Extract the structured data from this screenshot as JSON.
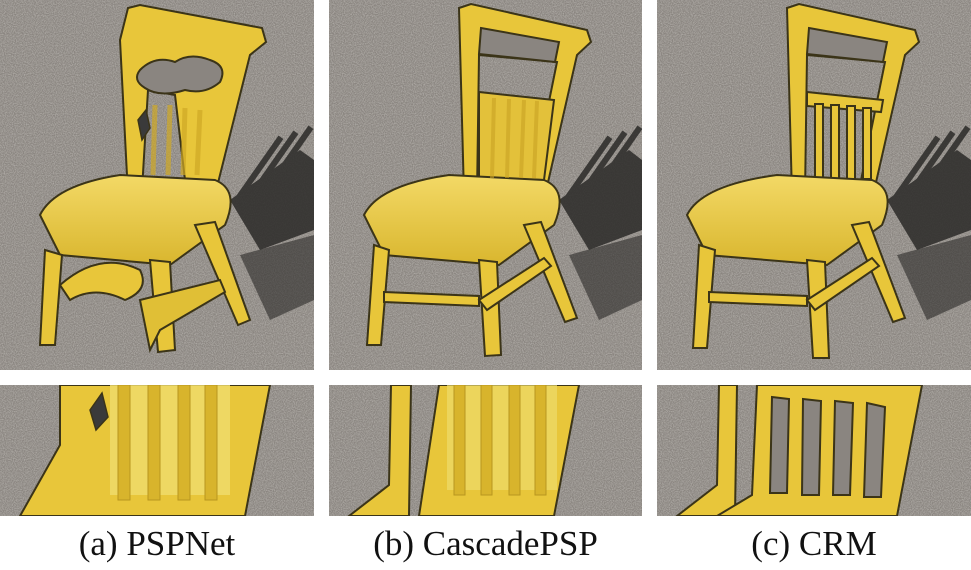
{
  "figure": {
    "captions": [
      "(a) PSPNet",
      "(b) CascadePSP",
      "(c) CRM"
    ],
    "columns": [
      {
        "method": "PSPNet",
        "result_quality": "coarse, spindle gaps missed, leaks onto ground"
      },
      {
        "method": "CascadePSP",
        "result_quality": "smooth outline, back spindles merged"
      },
      {
        "method": "CRM",
        "result_quality": "fine spindle gaps recovered"
      }
    ],
    "colors": {
      "mask_fill": "#e8c63a",
      "mask_highlight": "#f2dc6a",
      "mask_outline": "#3b3418",
      "ground": "#8a8580",
      "shadow": "#2b2a28",
      "background": "#ffffff"
    }
  }
}
